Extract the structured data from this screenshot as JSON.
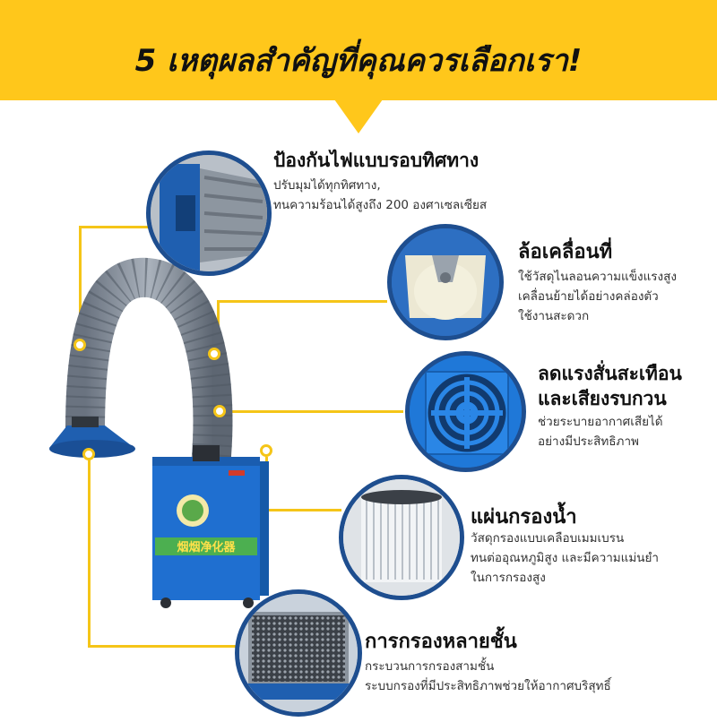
{
  "header": {
    "title": "5 เหตุผลสำคัญที่คุณควรเลือกเรา!"
  },
  "machine": {
    "badge_label": "烟烟净化器"
  },
  "features": [
    {
      "title": "ป้องกันไฟแบบรอบทิศทาง",
      "desc": [
        "ปรับมุมได้ทุกทิศทาง,",
        "ทนความร้อนได้สูงถึง 200 องศาเซลเซียส"
      ]
    },
    {
      "title": "ล้อเคลื่อนที่",
      "desc": [
        "ใช้วัสดุไนลอนความแข็งแรงสูง",
        "เคลื่อนย้ายได้อย่างคล่องตัว",
        "ใช้งานสะดวก"
      ]
    },
    {
      "title_lines": [
        "ลดแรงสั่นสะเทือน",
        "และเสียงรบกวน"
      ],
      "desc": [
        "ช่วยระบายอากาศเสียได้",
        "อย่างมีประสิทธิภาพ"
      ]
    },
    {
      "title": "แผ่นกรองน้ำ",
      "desc": [
        "วัสดุกรองแบบเคลือบเมมเบรน",
        "ทนต่ออุณหภูมิสูง และมีความแม่นยำ",
        "ในการกรองสูง"
      ]
    },
    {
      "title": "การกรองหลายชั้น",
      "desc": [
        "กระบวนการกรองสามชั้น",
        "ระบบกรองที่มีประสิทธิภาพช่วยให้อากาศบริสุทธิ์"
      ]
    }
  ]
}
